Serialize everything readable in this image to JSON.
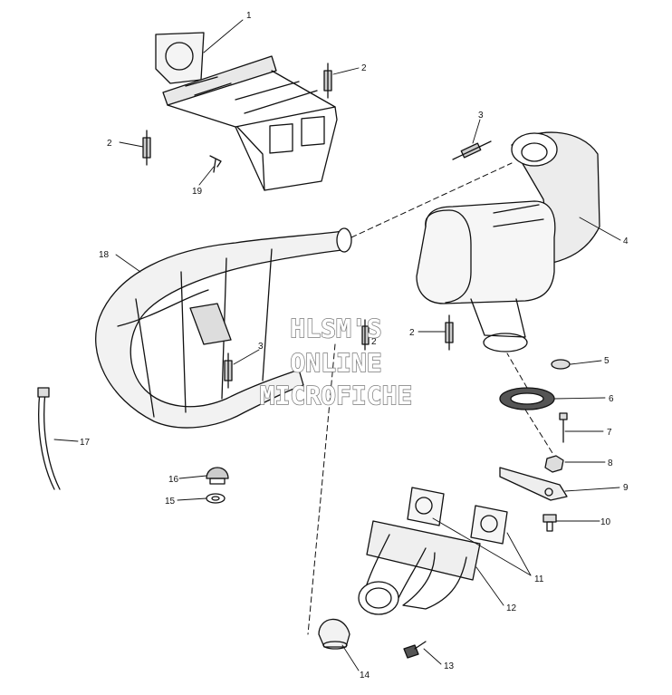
{
  "callouts": {
    "c1": "1",
    "c2a": "2",
    "c2b": "2",
    "c2c": "2",
    "c2d": "2",
    "c3a": "3",
    "c3b": "3",
    "c4": "4",
    "c5": "5",
    "c6": "6",
    "c7": "7",
    "c8": "8",
    "c9": "9",
    "c10": "10",
    "c11": "11",
    "c12": "12",
    "c13": "13",
    "c14": "14",
    "c15": "15",
    "c16": "16",
    "c17": "17",
    "c18": "18",
    "c19": "19"
  },
  "watermark": {
    "line1": "HLSM'S",
    "line2": "ONLINE",
    "line3": "MICROFICHE"
  }
}
